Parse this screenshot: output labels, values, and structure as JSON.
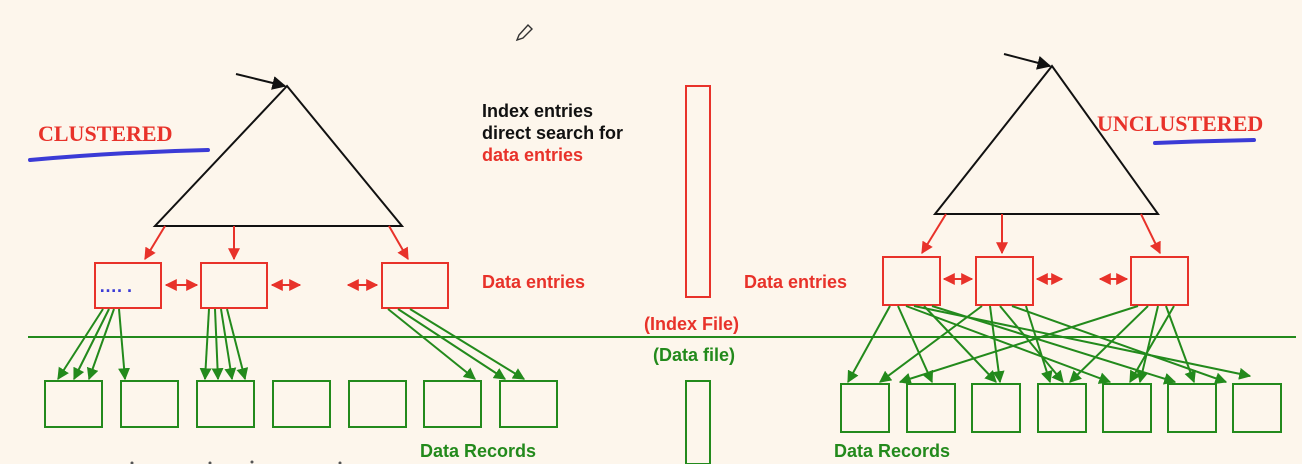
{
  "colors": {
    "background": "#fdf6ec",
    "index_red": "#e8322a",
    "data_green": "#238a1c",
    "tree_black": "#111111",
    "highlight_blue": "#3b3bd6"
  },
  "labels": {
    "clustered": "CLUSTERED",
    "unclustered": "UNCLUSTERED",
    "index_line1": "Index entries",
    "index_line2": "direct search for",
    "index_line3": "data entries",
    "data_entries_mid": "Data entries",
    "data_entries_right": "Data entries",
    "index_file": "(Index File)",
    "data_file": "(Data file)",
    "data_records_left": "Data Records",
    "data_records_right": "Data Records",
    "ellipsis": "…. ."
  },
  "icons": {
    "cursor": "pencil-cursor-icon"
  }
}
